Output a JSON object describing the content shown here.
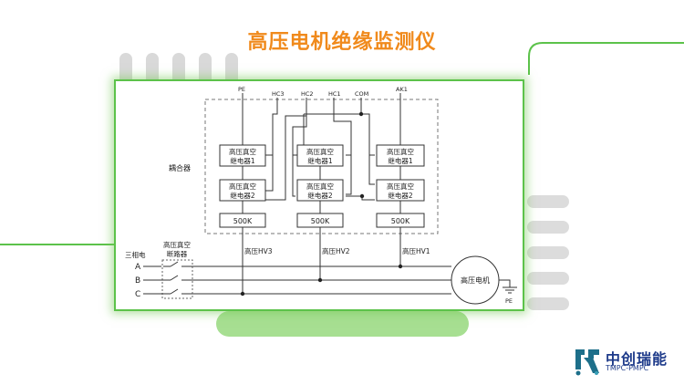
{
  "title": "高压电机绝缘监测仪",
  "diagram": {
    "coupler_label": "耦合器",
    "top_labels": {
      "pe": "PE",
      "hc3": "HC3",
      "hc2": "HC2",
      "hc1": "HC1",
      "com": "COM",
      "ak1": "AK1"
    },
    "relay1_line1": "高压真空",
    "relay1_line2": "继电器1",
    "relay2_line1": "高压真空",
    "relay2_line2": "继电器2",
    "resistor": "500K",
    "hv_labels": [
      "高压HV3",
      "高压HV2",
      "高压HV1"
    ],
    "three_phase": "三相电",
    "phases": [
      "A",
      "B",
      "C"
    ],
    "breaker_line1": "高压真空",
    "breaker_line2": "断路器",
    "motor": "高压电机",
    "ground": "PE"
  },
  "logo": {
    "name_cn": "中创瑞能",
    "name_en": "TMPC-PMPC"
  }
}
